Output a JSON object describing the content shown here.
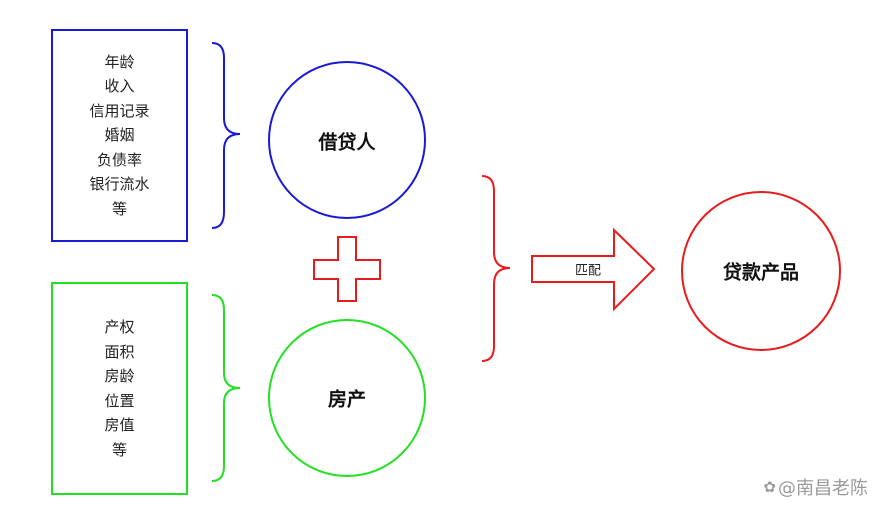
{
  "borrower_box": {
    "items": [
      "年龄",
      "收入",
      "信用记录",
      "婚姻",
      "负债率",
      "银行流水",
      "等"
    ]
  },
  "property_box": {
    "items": [
      "产权",
      "面积",
      "房龄",
      "位置",
      "房值",
      "等"
    ]
  },
  "nodes": {
    "borrower": "借贷人",
    "property": "房产",
    "loan_product": "贷款产品"
  },
  "arrow": {
    "label": "匹配"
  },
  "watermark": {
    "icon": "toutiao-logo-icon",
    "text": "@南昌老陈"
  },
  "colors": {
    "blue": "#1a1ad6",
    "green": "#22e022",
    "red": "#e81c1c"
  }
}
